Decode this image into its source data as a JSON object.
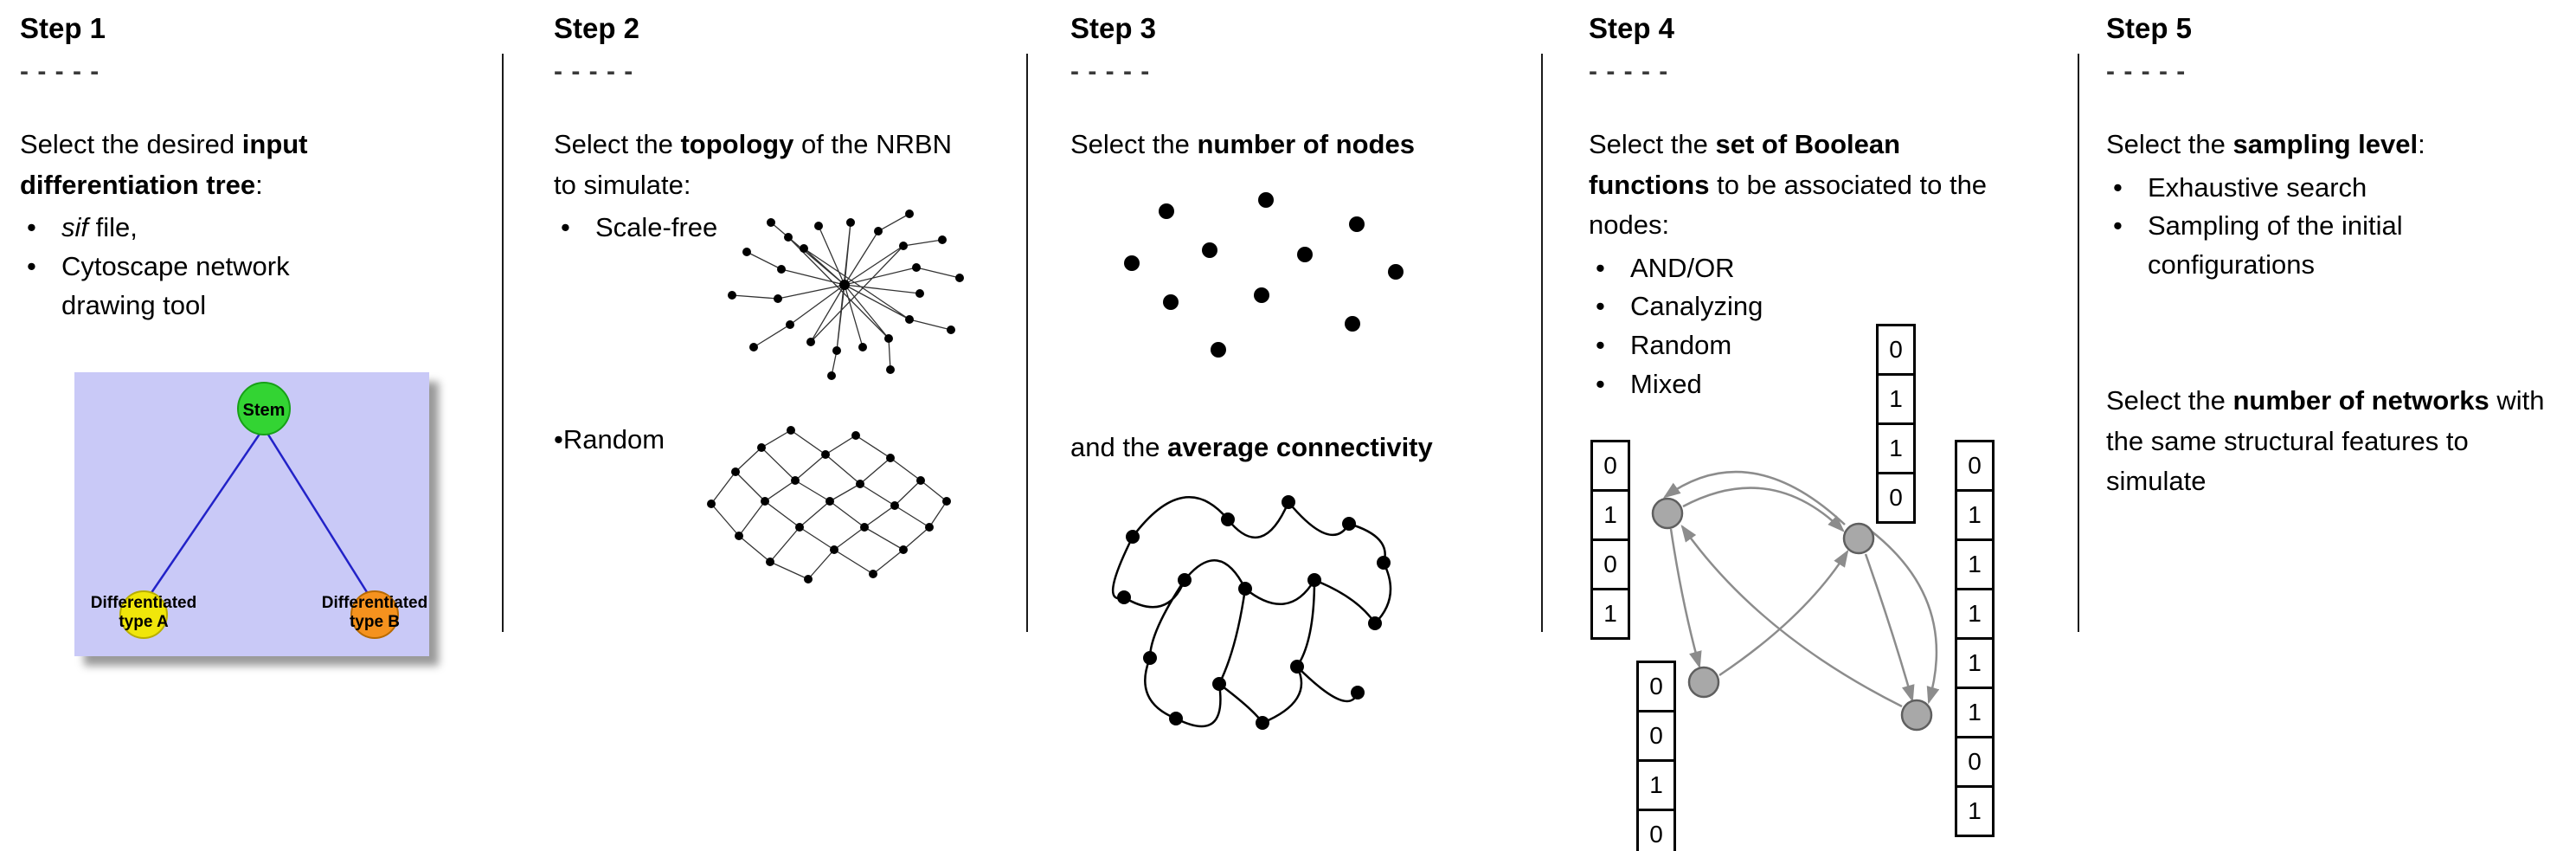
{
  "colors": {
    "tree_background": "#c9c9f7",
    "stem_node": "#33d433",
    "type_a_node": "#f0e60a",
    "type_b_node": "#f5921e",
    "tree_edge": "#2222c8",
    "boolean_node": "#a8a8a8",
    "boolean_edge": "#8c8c8c",
    "divider": "#1a1a1a"
  },
  "steps": {
    "step1": {
      "title": "Step 1",
      "dashes": "- - - - -",
      "intro": {
        "pre": "Select the desired ",
        "bold": "input differentiation tree",
        "post": ":"
      },
      "bullets": {
        "b1": {
          "italic": "sif",
          "rest": " file,"
        },
        "b2": "Cytoscape network drawing tool"
      },
      "tree": {
        "stem_label": "Stem",
        "type_a_line1": "Differentiated",
        "type_a_line2": "type A",
        "type_b_line1": "Differentiated",
        "type_b_line2": "type B"
      }
    },
    "step2": {
      "title": "Step 2",
      "dashes": "- - - - -",
      "intro": {
        "pre": "Select the ",
        "bold": "topology",
        "post": " of the NRBN to simulate:"
      },
      "bullets": {
        "b1": "Scale-free",
        "b2": "Random"
      }
    },
    "step3": {
      "title": "Step 3",
      "dashes": "- - - - -",
      "intro": {
        "pre": "Select the ",
        "bold": "number of nodes",
        "post": ""
      },
      "second": {
        "pre": "and the ",
        "bold": "average connectivity",
        "post": ""
      }
    },
    "step4": {
      "title": "Step 4",
      "dashes": "- - - - -",
      "intro": {
        "pre": "Select the ",
        "bold": "set of Boolean functions",
        "post": " to be associated to the nodes:"
      },
      "bullets": {
        "b1": "AND/OR",
        "b2": "Canalyzing",
        "b3": "Random",
        "b4": "Mixed"
      },
      "truth_tables": {
        "top": [
          "0",
          "1",
          "1",
          "0"
        ],
        "left": [
          "0",
          "1",
          "0",
          "1"
        ],
        "bottom_left": [
          "0",
          "0",
          "1",
          "0"
        ],
        "right": [
          "0",
          "1",
          "1",
          "1",
          "1",
          "1",
          "0",
          "1"
        ]
      }
    },
    "step5": {
      "title": "Step 5",
      "dashes": "- - - - -",
      "intro": {
        "pre": "Select the ",
        "bold": "sampling level",
        "post": ":"
      },
      "bullets": {
        "b1": "Exhaustive search",
        "b2": "Sampling of the initial configurations"
      },
      "second": {
        "pre": "Select the ",
        "bold": "number of networks",
        "post": " with the same structural features to simulate"
      }
    }
  }
}
